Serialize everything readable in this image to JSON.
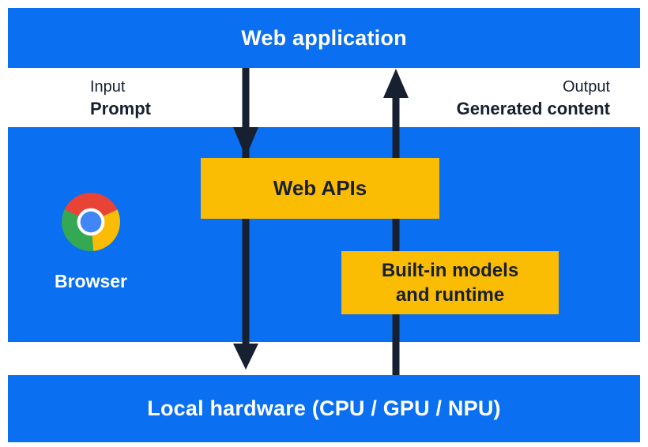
{
  "colors": {
    "panel_blue": "#0a6ff0",
    "box_yellow": "#fbbc04",
    "dark_navy": "#172030",
    "chrome_red": "#e94335",
    "chrome_green": "#34a853",
    "chrome_yellow": "#fbbc05",
    "chrome_blue": "#4285f4"
  },
  "top_bar": {
    "label": "Web application"
  },
  "io_labels": {
    "input_title": "Input",
    "input_value": "Prompt",
    "output_title": "Output",
    "output_value": "Generated content"
  },
  "browser_panel": {
    "browser_label": "Browser",
    "web_apis_label": "Web APIs",
    "builtin_models_line1": "Built-in models",
    "builtin_models_line2": "and runtime"
  },
  "bottom_bar": {
    "label": "Local hardware (CPU / GPU / NPU)"
  },
  "icons": {
    "chrome": "chrome-browser-logo",
    "down_arrow": "downward data flow from web application through Web APIs to local hardware",
    "up_arrow": "upward data flow from local hardware through built-in models to web application"
  }
}
